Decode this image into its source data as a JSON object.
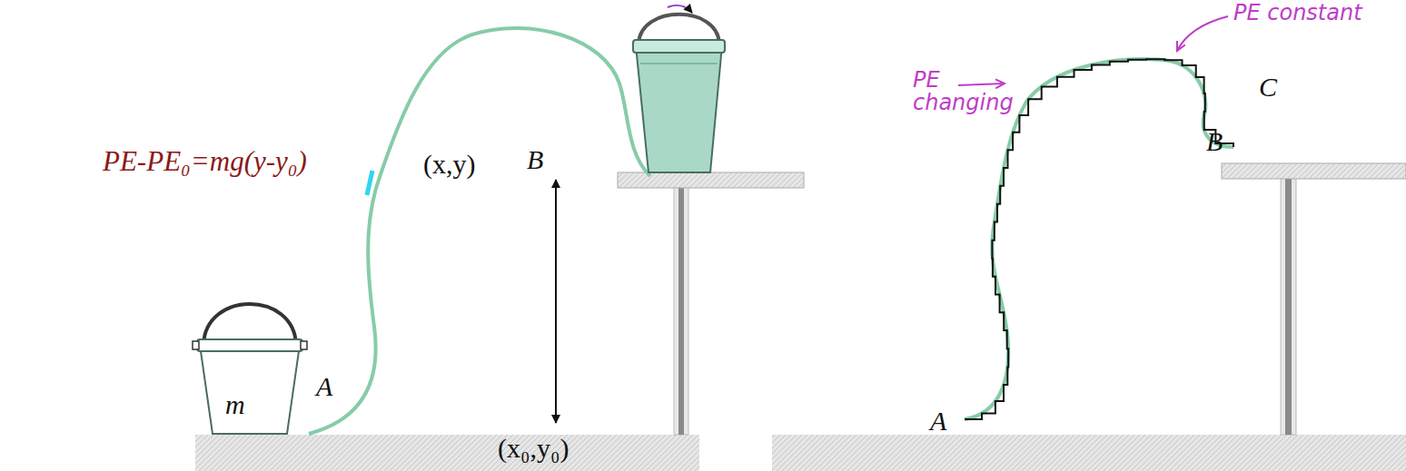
{
  "diagram": {
    "nodes": [
      {
        "text": [
          "m"
        ]
      }
    ],
    "labels": [
      "PE-PE₀=mg(y-y₀)",
      "(x,y)",
      "B",
      "A",
      "(x₀,y₀)",
      "PE changing",
      "PE constant",
      "C",
      "B",
      "A"
    ]
  }
}
